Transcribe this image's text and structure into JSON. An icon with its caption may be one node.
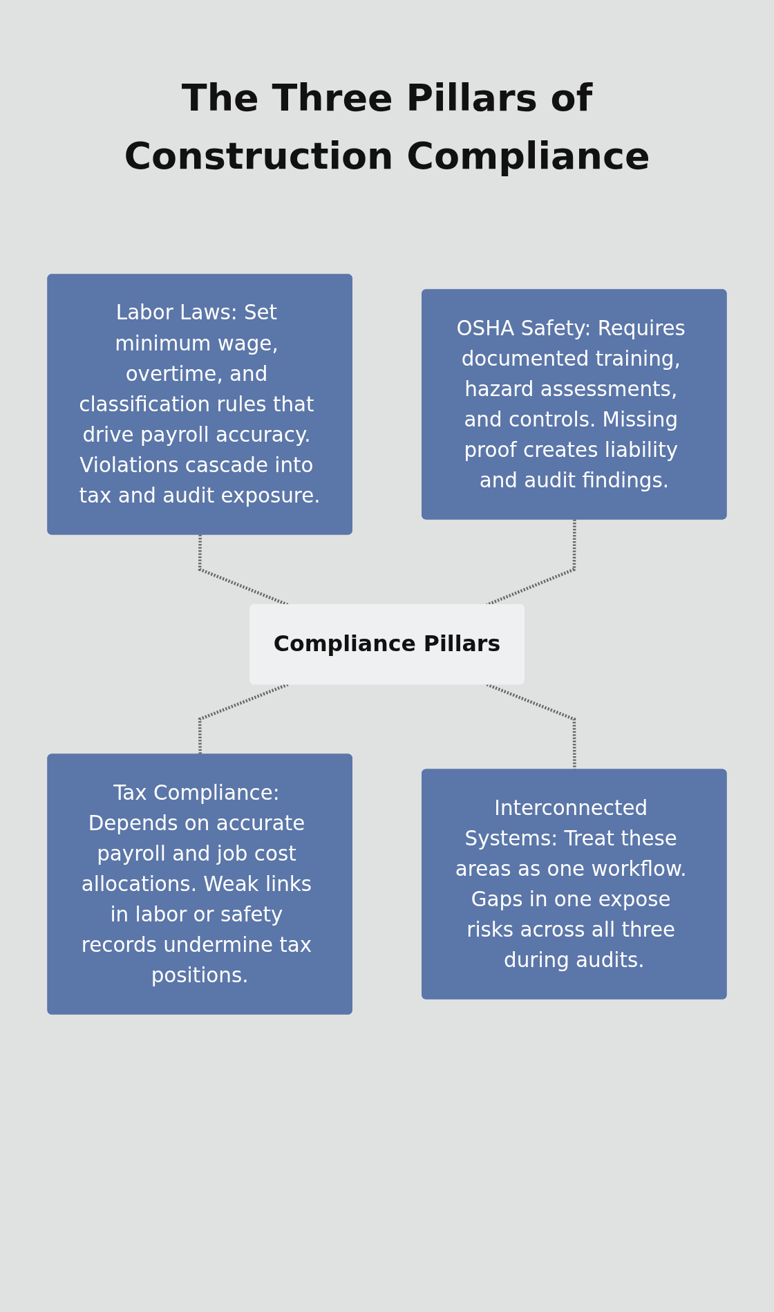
{
  "diagram": {
    "title": "The Three Pillars of Construction Compliance",
    "nodes": [
      {
        "text": [
          "Labor Laws: Set minimum wage, overtime, and classification rules that drive payroll accuracy. Violations cascade into tax and audit exposure."
        ]
      },
      {
        "text": [
          "OSHA Safety: Requires documented training, hazard assessments, and controls. Missing proof creates liability and audit findings."
        ]
      },
      {
        "text": [
          "Compliance Pillars"
        ]
      },
      {
        "text": [
          "Tax Compliance: Depends on accurate payroll and job cost allocations. Weak links in labor or safety records undermine tax positions."
        ]
      },
      {
        "text": [
          "Interconnected Systems: Treat these areas as one workflow. Gaps in one expose risks across all three during audits."
        ]
      }
    ],
    "edges": [
      {
        "from": 0,
        "to": 2,
        "arrow": "none",
        "style": "dashed"
      },
      {
        "from": 1,
        "to": 2,
        "arrow": "none",
        "style": "dashed"
      },
      {
        "from": 2,
        "to": 3,
        "arrow": "none",
        "style": "dashed"
      },
      {
        "from": 2,
        "to": 4,
        "arrow": "none",
        "style": "dashed"
      }
    ]
  }
}
